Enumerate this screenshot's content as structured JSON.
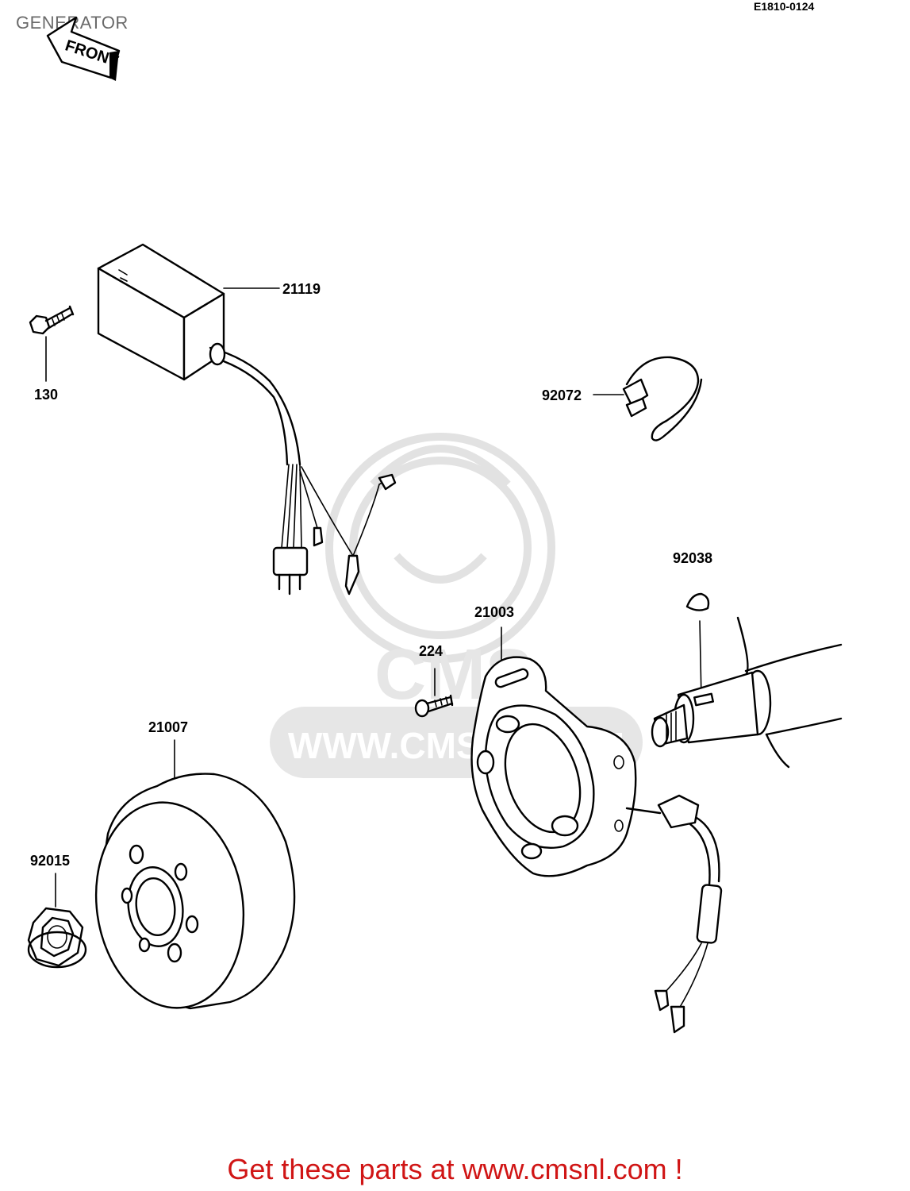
{
  "header": {
    "title": "GENERATOR",
    "ref_code": "E1810-0124"
  },
  "front_badge": "FRONT",
  "parts": {
    "p21119": "21119",
    "p130": "130",
    "p92072": "92072",
    "p92038": "92038",
    "p21003": "21003",
    "p224": "224",
    "p21007": "21007",
    "p92015": "92015"
  },
  "watermark": {
    "logo_text": "CMS",
    "url_text": "WWW.CMSNL.COM"
  },
  "footer": {
    "cta": "Get these parts at www.cmsnl.com !"
  }
}
